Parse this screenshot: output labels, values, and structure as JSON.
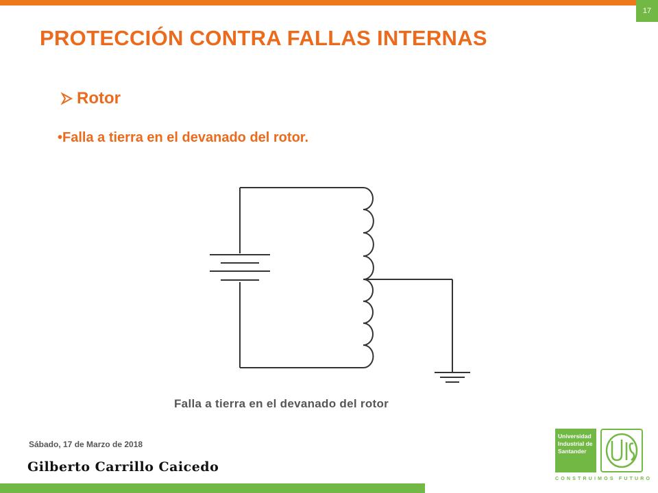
{
  "slide": {
    "page_number": "17",
    "title": "PROTECCIÓN CONTRA FALLAS INTERNAS",
    "subheading": "Rotor",
    "bullet": "•Falla a tierra en el devanado del rotor.",
    "caption": "Falla a tierra en el devanado del rotor",
    "date": "Sábado, 17 de Marzo de 2018",
    "author": "Gilberto Carrillo Caicedo"
  },
  "logo": {
    "line1": "Universidad",
    "line2": "Industrial de",
    "line3": "Santander",
    "mark": "UIS",
    "tagline": "CONSTRUIMOS FUTURO"
  },
  "colors": {
    "orange": "#ec6a1c",
    "green": "#72b845",
    "gray": "#555555"
  },
  "icons": [
    "arrow-bullet-icon",
    "battery-symbol-icon",
    "inductor-coil-icon",
    "ground-symbol-icon"
  ]
}
